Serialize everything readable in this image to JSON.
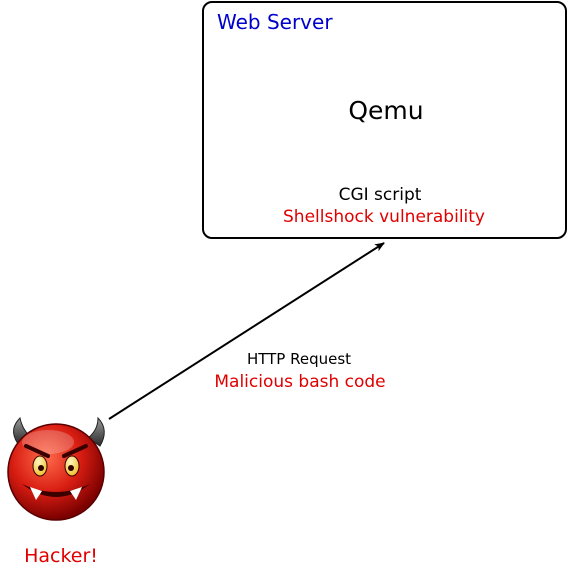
{
  "server": {
    "title": "Web Server",
    "emulator": "Qemu",
    "script_label": "CGI script",
    "vulnerability": "Shellshock vulnerability"
  },
  "request": {
    "label": "HTTP Request",
    "payload": "Malicious bash code"
  },
  "attacker": {
    "label": "Hacker!",
    "icon": "devil-face-icon"
  },
  "colors": {
    "title_blue": "#0000cc",
    "alert_red": "#e00000",
    "text_black": "#000000",
    "face_red": "#c81010"
  }
}
